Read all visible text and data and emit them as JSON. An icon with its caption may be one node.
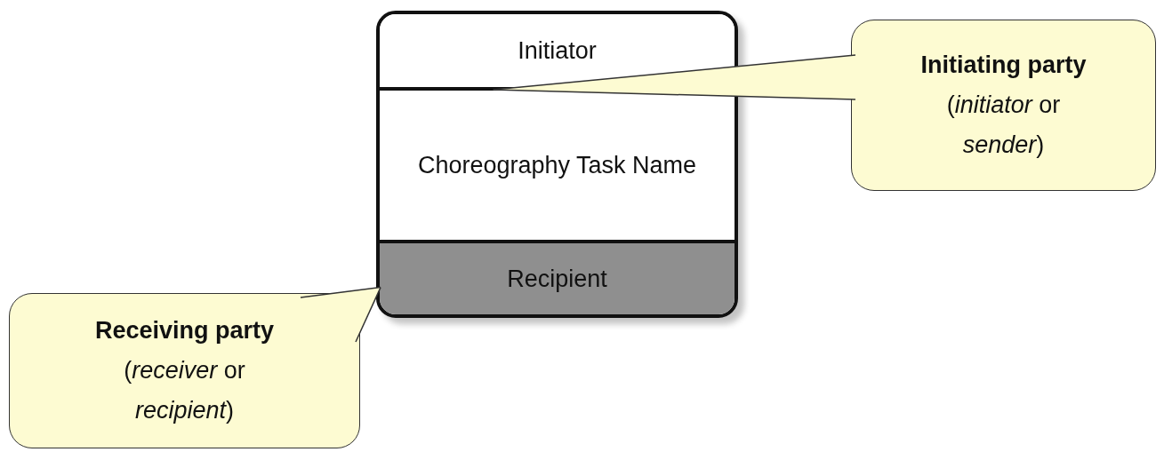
{
  "diagram": {
    "nodes": [
      {
        "text": [],
        "shape": "box"
      },
      {
        "text": [
          "Initiator"
        ],
        "in": 0
      },
      {
        "text": [
          "Choreography Task Name"
        ],
        "in": 0
      },
      {
        "text": [
          "Recipient"
        ],
        "in": 0
      },
      {
        "text": [
          "Initiating party",
          "(*initiator* or *sender*)"
        ]
      },
      {
        "text": [
          "Receiving party",
          "(*receiver* or *recipient*)"
        ]
      }
    ],
    "edges": [
      {
        "from": 4,
        "to": 1,
        "arrow": "none"
      },
      {
        "from": 5,
        "to": 3,
        "arrow": "none"
      }
    ]
  }
}
